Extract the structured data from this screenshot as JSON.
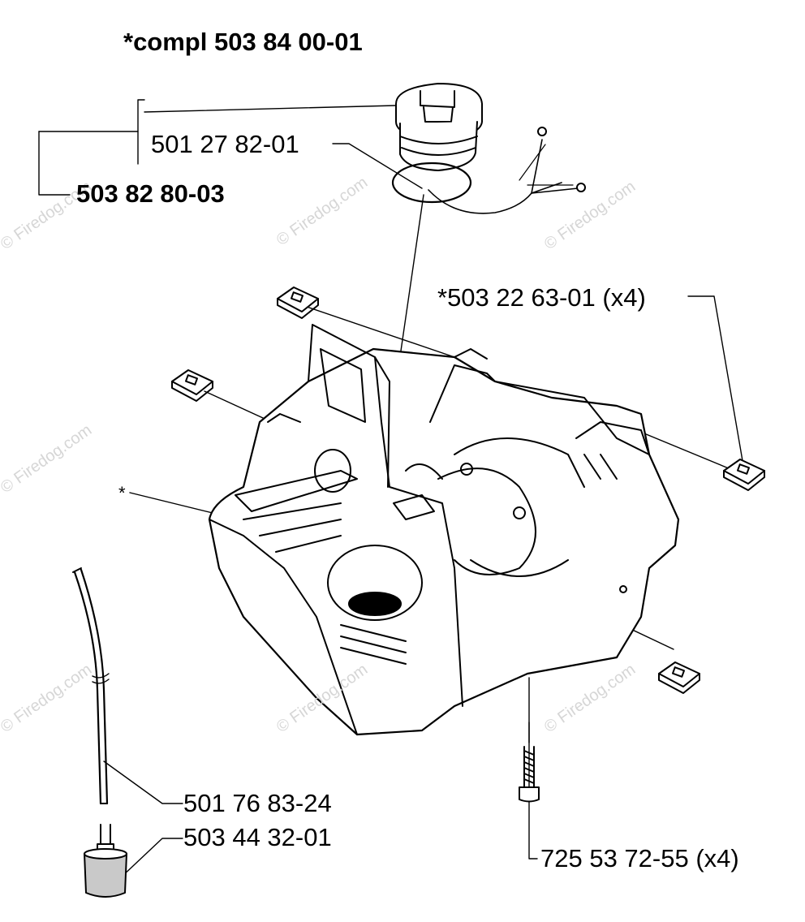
{
  "title": "*compl 503 84 00-01",
  "labels": {
    "cap_seal": "501 27 82-01",
    "cap_assembly": "503 82 80-03",
    "clip": "*503 22 63-01 (x4)",
    "tank": "*",
    "fuel_hose": "501 76 83-24",
    "fuel_filter": "503 44 32-01",
    "screw": "725 53 72-55 (x4)"
  },
  "watermark": "© Firedog.com",
  "colors": {
    "line": "#000000",
    "watermark": "#d6d6d6",
    "filter_fill": "#c9c9c9"
  }
}
